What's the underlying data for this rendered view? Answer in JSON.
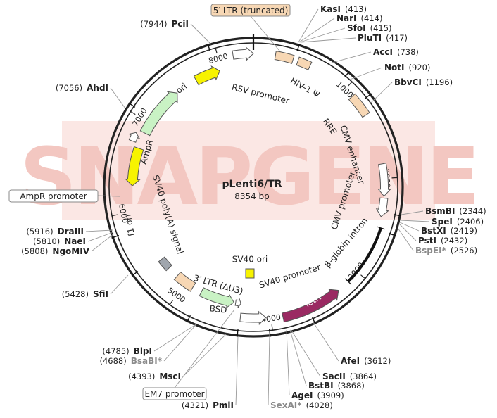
{
  "plasmid": {
    "name": "pLenti6/TR",
    "size_label": "8354 bp",
    "length": 8354
  },
  "watermark": "SNAPGENE",
  "colors": {
    "backbone": "#222222",
    "watermark": "#f6d6d2",
    "ampr": "#c9f2c4",
    "ori": "#f7f300",
    "f1ori": "#f7f300",
    "tetr": "#9a2a62",
    "ltr": "#f7d7b4",
    "hiv": "#f7d7b4",
    "rre": "#f7d7b4",
    "cmv_enh": "#ffffff",
    "cmv_prom": "#ffffff",
    "sv40_prom": "#ffffff",
    "rsv_prom": "#ffffff",
    "bsd": "#c9f2c4",
    "em7": "#ffffff",
    "sv40_ori": "#f7f300",
    "polyA": "#a0a6ae",
    "globin": "#111111"
  },
  "ticks": [
    "1000",
    "2000",
    "3000",
    "4000",
    "5000",
    "6000",
    "7000",
    "8000"
  ],
  "features": [
    {
      "id": "ori",
      "label": "ori",
      "type": "arrow",
      "dir": "cw",
      "start": 7700,
      "end": 7980,
      "colorKey": "ori",
      "labelInside": true
    },
    {
      "id": "ampr",
      "label": "AmpR",
      "type": "arrow",
      "dir": "cw",
      "start": 6880,
      "end": 7450,
      "colorKey": "ampr",
      "labelInside": true
    },
    {
      "id": "ampr_prom",
      "label": "AmpR promoter",
      "type": "arrow",
      "dir": "cw",
      "start": 6750,
      "end": 6845,
      "colorKey": "cmv_prom"
    },
    {
      "id": "f1ori",
      "label": "f1 ori",
      "type": "arrow",
      "dir": "ccw",
      "start": 6280,
      "end": 6700,
      "colorKey": "f1ori",
      "labelInside": true
    },
    {
      "id": "ltr5",
      "label": "5′ LTR (truncated)",
      "type": "box",
      "start": 220,
      "end": 400,
      "colorKey": "ltr"
    },
    {
      "id": "hiv",
      "label": "HIV-1 Ψ",
      "type": "box",
      "start": 450,
      "end": 580,
      "colorKey": "hiv"
    },
    {
      "id": "rsv",
      "label": "RSV promoter",
      "type": "arrow",
      "dir": "cw",
      "start": 8150,
      "end": 8354,
      "colorKey": "rsv_prom"
    },
    {
      "id": "rre",
      "label": "RRE",
      "type": "box",
      "start": 1100,
      "end": 1330,
      "colorKey": "rre"
    },
    {
      "id": "cmv_enh",
      "label": "CMV enhancer",
      "type": "arrow",
      "dir": "cw",
      "start": 1850,
      "end": 2180,
      "colorKey": "cmv_enh"
    },
    {
      "id": "cmv_prom",
      "label": "CMV promoter",
      "type": "arrow",
      "dir": "cw",
      "start": 2200,
      "end": 2390,
      "colorKey": "cmv_prom"
    },
    {
      "id": "globin",
      "label": "β-globin intron",
      "type": "line",
      "start": 2500,
      "end": 3130,
      "colorKey": "globin"
    },
    {
      "id": "tetr",
      "label": "TetR",
      "type": "arrow",
      "dir": "ccw",
      "start": 3260,
      "end": 3880,
      "colorKey": "tetr",
      "labelInside": true
    },
    {
      "id": "sv40_prom",
      "label": "SV40 promoter",
      "type": "arrow",
      "dir": "ccw",
      "start": 4050,
      "end": 4310,
      "colorKey": "sv40_prom"
    },
    {
      "id": "sv40_ori",
      "label": "SV40 ori",
      "type": "rect",
      "colorKey": "sv40_ori"
    },
    {
      "id": "em7",
      "label": "EM7 promoter",
      "type": "arrow",
      "dir": "ccw",
      "start": 4320,
      "end": 4380,
      "colorKey": "em7"
    },
    {
      "id": "bsd",
      "label": "BSD",
      "type": "arrow",
      "dir": "ccw",
      "start": 4400,
      "end": 4790,
      "colorKey": "bsd",
      "labelInside": true
    },
    {
      "id": "ltr3",
      "label": "3′ LTR (ΔU3)",
      "type": "box",
      "start": 4900,
      "end": 5120,
      "colorKey": "ltr"
    },
    {
      "id": "polyA",
      "label": "SV40 poly(A) signal",
      "type": "box",
      "start": 5250,
      "end": 5380,
      "colorKey": "polyA"
    }
  ],
  "sites": [
    {
      "name": "KasI",
      "pos": "(413)"
    },
    {
      "name": "NarI",
      "pos": "(414)"
    },
    {
      "name": "SfoI",
      "pos": "(415)"
    },
    {
      "name": "PluTI",
      "pos": "(417)"
    },
    {
      "name": "AccI",
      "pos": "(738)"
    },
    {
      "name": "NotI",
      "pos": "(920)"
    },
    {
      "name": "BbvCI",
      "pos": "(1196)"
    },
    {
      "name": "BsmBI",
      "pos": "(2344)"
    },
    {
      "name": "SpeI",
      "pos": "(2406)"
    },
    {
      "name": "BstXI",
      "pos": "(2419)"
    },
    {
      "name": "PstI",
      "pos": "(2432)"
    },
    {
      "name": "BspEI*",
      "pos": "(2526)",
      "grey": true
    },
    {
      "name": "AfeI",
      "pos": "(3612)"
    },
    {
      "name": "SacII",
      "pos": "(3864)"
    },
    {
      "name": "BstBI",
      "pos": "(3868)"
    },
    {
      "name": "AgeI",
      "pos": "(3909)"
    },
    {
      "name": "SexAI*",
      "pos": "(4028)",
      "grey": true
    },
    {
      "name": "PmlI",
      "pos": "(4321)"
    },
    {
      "name": "MscI",
      "pos": "(4393)"
    },
    {
      "name": "BsaBI*",
      "pos": "(4688)",
      "grey": true
    },
    {
      "name": "BlpI",
      "pos": "(4785)"
    },
    {
      "name": "SfiI",
      "pos": "(5428)"
    },
    {
      "name": "NgoMIV",
      "pos": "(5808)"
    },
    {
      "name": "NaeI",
      "pos": "(5810)"
    },
    {
      "name": "DraIII",
      "pos": "(5916)"
    },
    {
      "name": "AhdI",
      "pos": "(7056)"
    },
    {
      "name": "PciI",
      "pos": "(7944)"
    }
  ]
}
